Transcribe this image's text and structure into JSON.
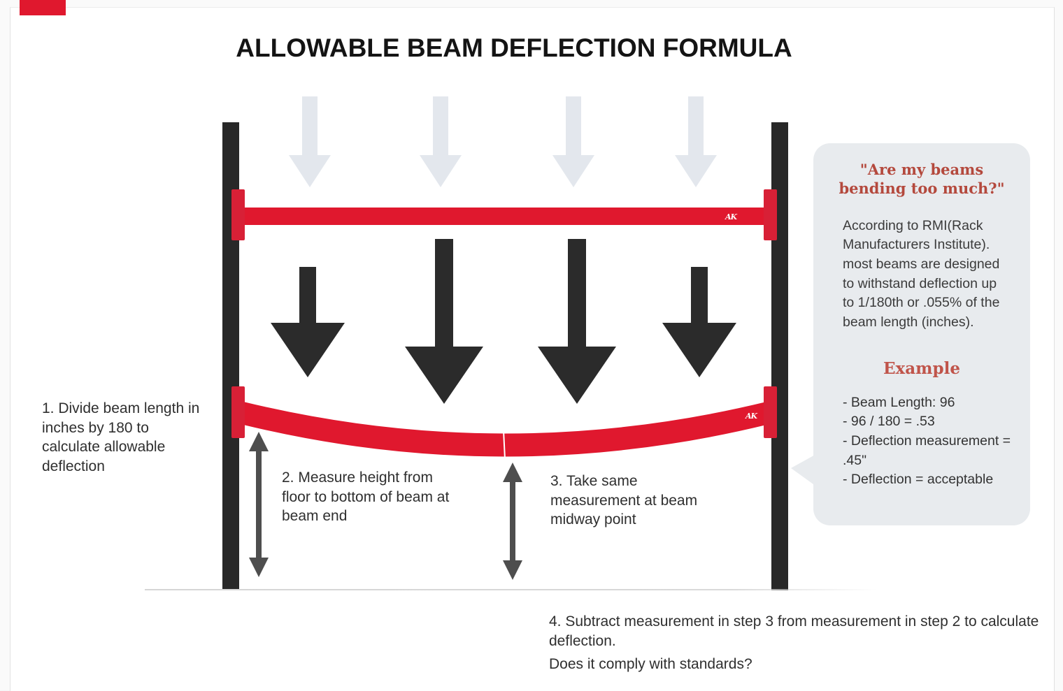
{
  "page": {
    "title": "ALLOWABLE BEAM DEFLECTION FORMULA"
  },
  "steps": {
    "step1": "1. Divide beam length in inches by 180 to calculate allowable deflection",
    "step2": "2. Measure height from floor to bottom of beam at beam end",
    "step3": "3. Take same measurement at beam midway point",
    "step4_line1": "4. Subtract measurement in step 3 from measurement in step 2 to calculate deflection.",
    "step4_line2": "Does it comply with standards?"
  },
  "bubble": {
    "heading": "\"Are my beams bending too much?\"",
    "body": "According to RMI(Rack Manufacturers Institute). most beams are designed to withstand deflection up to 1/180th or .055% of the beam length (inches).",
    "example_heading": "Example",
    "example_items": [
      "- Beam Length: 96",
      "- 96 / 180 = .53",
      "- Deflection measurement = .45\"",
      "- Deflection = acceptable"
    ]
  },
  "diagram": {
    "logo": "AK",
    "colors": {
      "beam_red": "#e0182e",
      "bracket_red": "#d82036",
      "post_black": "#282828",
      "load_arrow_light": "#e3e7ed",
      "load_arrow_black": "#2b2b2b",
      "measure_arrow_gray": "#4e4e4e",
      "bubble_bg": "#e8ebee",
      "bubble_accent_text": "#b4493d",
      "corner_tab_red": "#e0182e"
    }
  }
}
